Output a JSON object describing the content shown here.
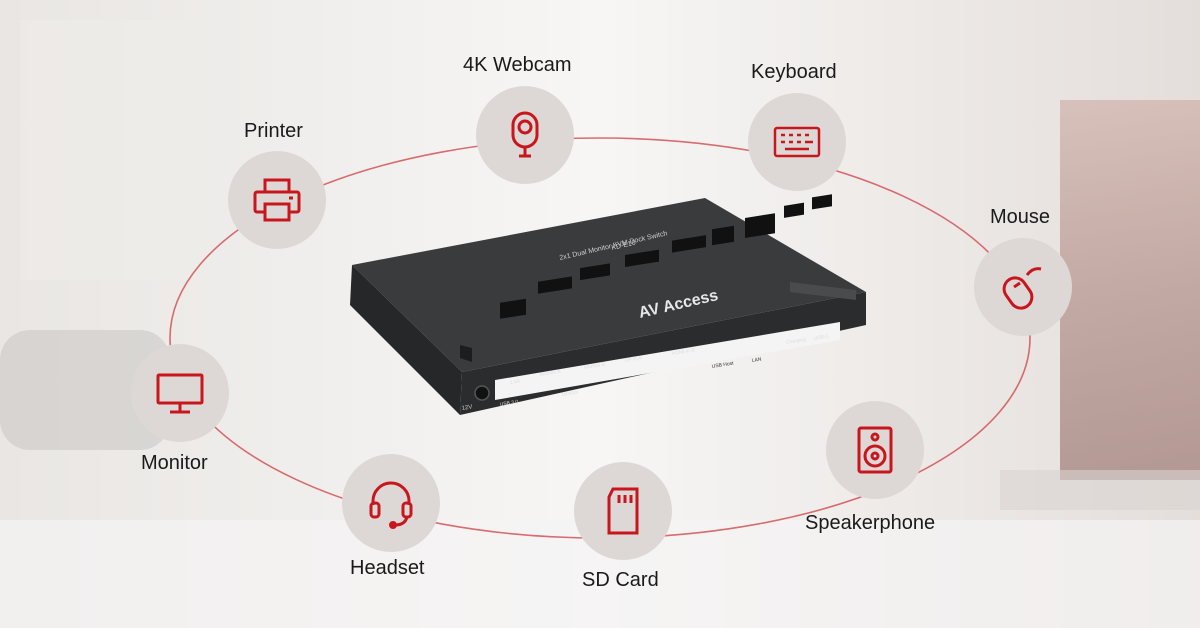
{
  "accent_color": "#c8161d",
  "device": {
    "brand": "AV Access",
    "model": "KD-E10",
    "description": "2x1 Dual Monitor KVM Dock Switch",
    "ports": {
      "power": "12V",
      "usb": "USB 3.0",
      "usb_rate": "1.5A",
      "monitor_a": "Monitor A",
      "monitor_b": "Monitor B",
      "monitor_group": "Monitor",
      "dp_in": "DP In A",
      "hdmi_in": "HDMI In B",
      "usb_host": "USB Host",
      "lan": "LAN",
      "charging": "Charging",
      "usb_c": "USB-C"
    }
  },
  "peripherals": [
    {
      "label": "4K Webcam",
      "icon": "webcam-icon"
    },
    {
      "label": "Keyboard",
      "icon": "keyboard-icon"
    },
    {
      "label": "Printer",
      "icon": "printer-icon"
    },
    {
      "label": "Mouse",
      "icon": "mouse-icon"
    },
    {
      "label": "Monitor",
      "icon": "monitor-icon"
    },
    {
      "label": "Speakerphone",
      "icon": "speaker-icon"
    },
    {
      "label": "Headset",
      "icon": "headset-icon"
    },
    {
      "label": "SD Card",
      "icon": "sd-card-icon"
    }
  ]
}
